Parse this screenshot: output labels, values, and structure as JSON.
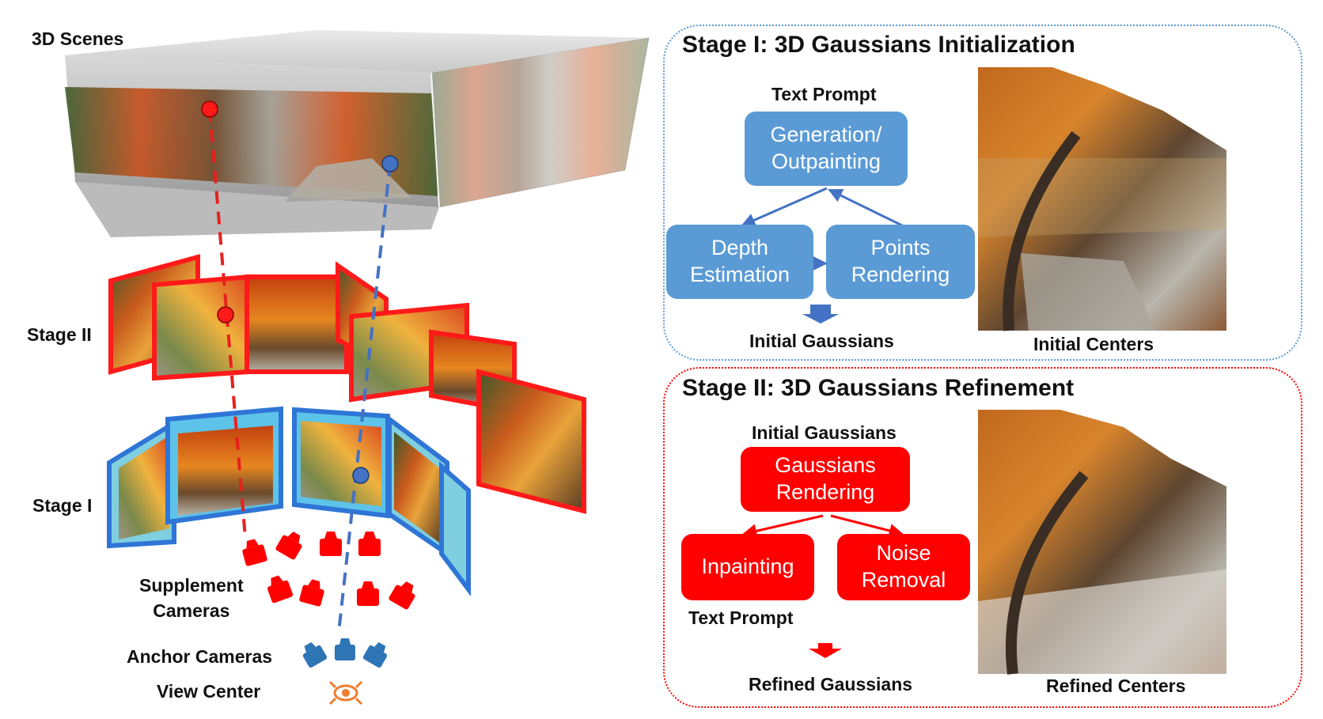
{
  "left": {
    "scene_label": "3D Scenes",
    "stage2_label": "Stage II",
    "stage1_label": "Stage I",
    "supplement_label": "Supplement\nCameras",
    "anchor_label": "Anchor Cameras",
    "view_center_label": "View Center"
  },
  "stage1_panel": {
    "title": "Stage I: 3D Gaussians Initialization",
    "text_prompt": "Text Prompt",
    "generation_box": "Generation/\nOutpainting",
    "depth_box": "Depth\nEstimation",
    "points_box": "Points\nRendering",
    "output_label": "Initial Gaussians",
    "image_caption": "Initial Centers"
  },
  "stage2_panel": {
    "title": "Stage II: 3D Gaussians Refinement",
    "input_label": "Initial Gaussians",
    "render_box": "Gaussians\nRendering",
    "inpaint_box": "Inpainting",
    "noise_box": "Noise\nRemoval",
    "text_prompt": "Text Prompt",
    "output_label": "Refined Gaussians",
    "image_caption": "Refined Centers"
  },
  "colors": {
    "stage1_accent": "#5b9bd5",
    "stage2_accent": "#ff0000",
    "view_center": "#ed7d31"
  },
  "icons": {
    "camera": "camera-icon",
    "view_center": "eye-target-icon"
  }
}
